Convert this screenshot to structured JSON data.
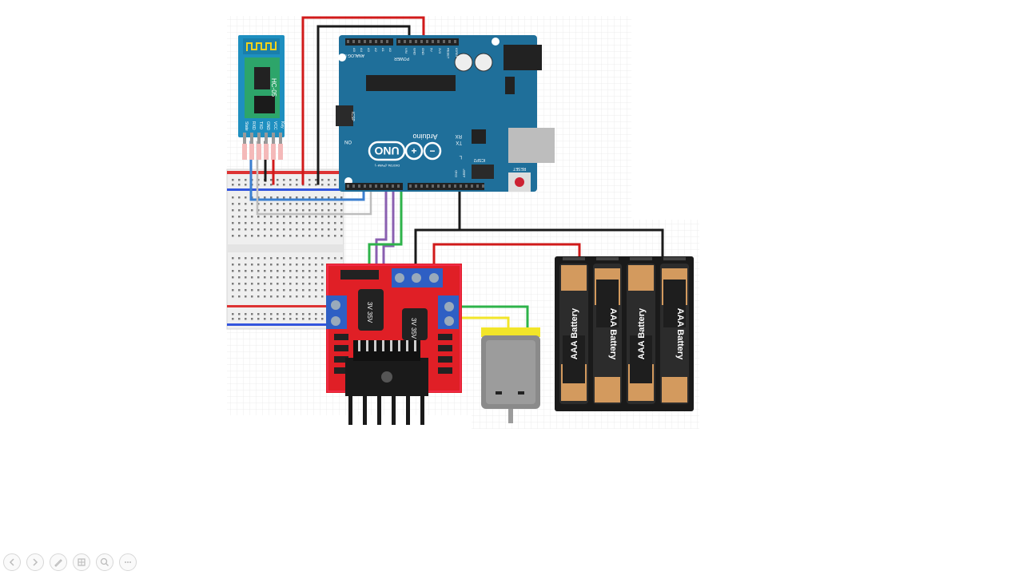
{
  "diagram": {
    "bluetooth_module": {
      "model": "HC-05",
      "pins": [
        "State",
        "RXD",
        "TXD",
        "GND",
        "VCC",
        "Key"
      ]
    },
    "arduino": {
      "brand": "Arduino",
      "model": "UNO",
      "power_header": "POWER",
      "analog_header": "ANALOG IN",
      "digital_header": "DIGITAL (PWM~)",
      "power_pins": [
        "IOREF",
        "RESET",
        "3V3",
        "5V",
        "GND",
        "GND",
        "VIN"
      ],
      "analog_pins": [
        "A0",
        "A1",
        "A2",
        "A3",
        "A4",
        "A5"
      ],
      "icsp_label": "ICSP",
      "icsp2_label": "ICSP2",
      "on_label": "ON",
      "tx_label": "TX",
      "rx_label": "RX",
      "l_label": "L",
      "reset_label": "RESET",
      "aref_label": "AREF",
      "gnd_label": "GND"
    },
    "motor_driver": {
      "capacitor_label_1": "3V\n35V",
      "capacitor_label_2": "3V\n35V"
    },
    "batteries": {
      "cells": [
        "AAA Battery",
        "AAA Battery",
        "AAA Battery",
        "AAA Battery"
      ]
    },
    "colors": {
      "wire_red": "#d11a1a",
      "wire_black": "#1a1a1a",
      "wire_blue": "#3b7fd0",
      "wire_green": "#2eb34a",
      "wire_purple": "#8a5fb0",
      "wire_gray": "#bdbdbd",
      "arduino_board": "#1f6f9a",
      "driver_board": "#e01f26",
      "bt_board": "#1e8fc0",
      "motor_cap": "#f2e529",
      "battery_copper": "#d39a5e"
    }
  },
  "toolbar": {
    "buttons": [
      "previous-icon",
      "next-icon",
      "pen-icon",
      "slides-icon",
      "zoom-icon",
      "more-icon"
    ]
  }
}
